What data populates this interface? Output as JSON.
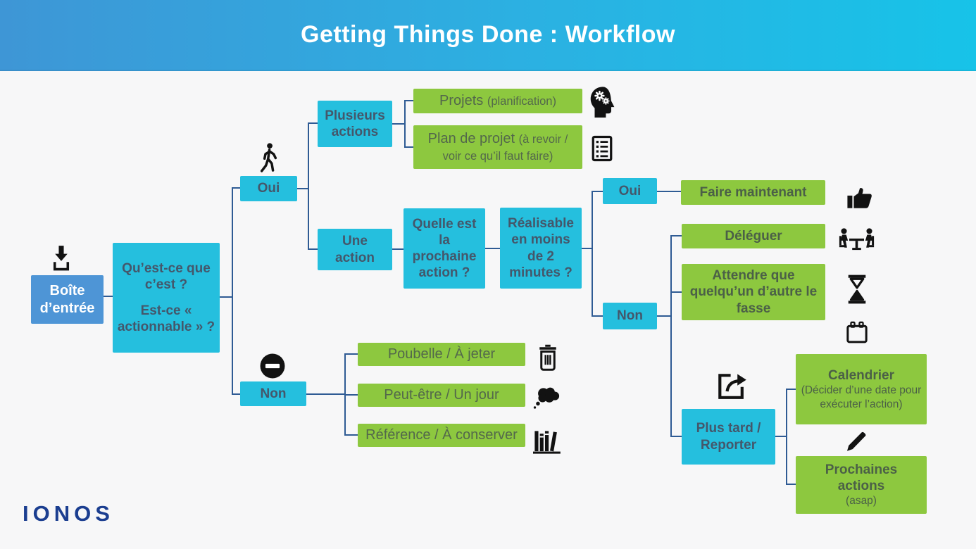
{
  "header": {
    "title": "Getting Things Done : Workflow"
  },
  "logo": {
    "text": "IONOS"
  },
  "colors": {
    "header_gradient_left": "#3e96d6",
    "header_gradient_right": "#17c3e8",
    "background": "#f7f7f8",
    "cyan_node": "#25bfde",
    "blue_node": "#4e95d6",
    "green_node": "#8dc83f",
    "connector": "#2f5b94",
    "cyan_text": "#44576b",
    "green_text": "#53684b",
    "logo_color": "#1b3e90",
    "icon_color": "#121212"
  },
  "nodes": {
    "inbox": {
      "label": "Boîte d’entrée"
    },
    "question": {
      "line1": "Qu’est-ce que c’est ?",
      "line2": "Est-ce « actionnable » ?"
    },
    "oui1": {
      "label": "Oui"
    },
    "non1": {
      "label": "Non"
    },
    "plusieurs": {
      "label": "Plusieurs actions"
    },
    "une_action": {
      "label": "Une action"
    },
    "projets": {
      "label": "Projets",
      "note": "(planification)"
    },
    "plan": {
      "label": "Plan de projet",
      "note": "(à revoir / voir ce qu’il faut faire)"
    },
    "quelle": {
      "label": "Quelle est la prochaine action ?"
    },
    "realisable": {
      "label": "Réalisable en moins de 2 minutes ?"
    },
    "oui2": {
      "label": "Oui"
    },
    "faire": {
      "label": "Faire maintenant"
    },
    "non2": {
      "label": "Non"
    },
    "deleguer": {
      "label": "Déléguer"
    },
    "attendre": {
      "label": "Attendre que quelqu’un d’autre le fasse"
    },
    "plus_tard": {
      "label": "Plus tard / Reporter"
    },
    "calendrier": {
      "label": "Calendrier",
      "note": "(Décider d’une date pour exécuter l’action)"
    },
    "prochaines": {
      "label": "Prochaines actions",
      "note": "(asap)"
    },
    "poubelle": {
      "label": "Poubelle / À jeter"
    },
    "peut_etre": {
      "label": "Peut-être / Un jour"
    },
    "reference": {
      "label": "Référence / À conserver"
    }
  },
  "icons": {
    "inbox": "download-tray",
    "oui_branch": "walking-person",
    "non_branch": "no-entry",
    "projets": "head-with-gears",
    "plan": "checklist",
    "faire": "thumbs-up",
    "deleguer": "meeting-table",
    "attendre": "hourglass",
    "attendre_2": "calendar",
    "plus_tard": "share-forward",
    "prochaines": "pencil",
    "poubelle": "trash-can",
    "peut_etre": "thought-cloud",
    "reference": "books-shelf"
  }
}
